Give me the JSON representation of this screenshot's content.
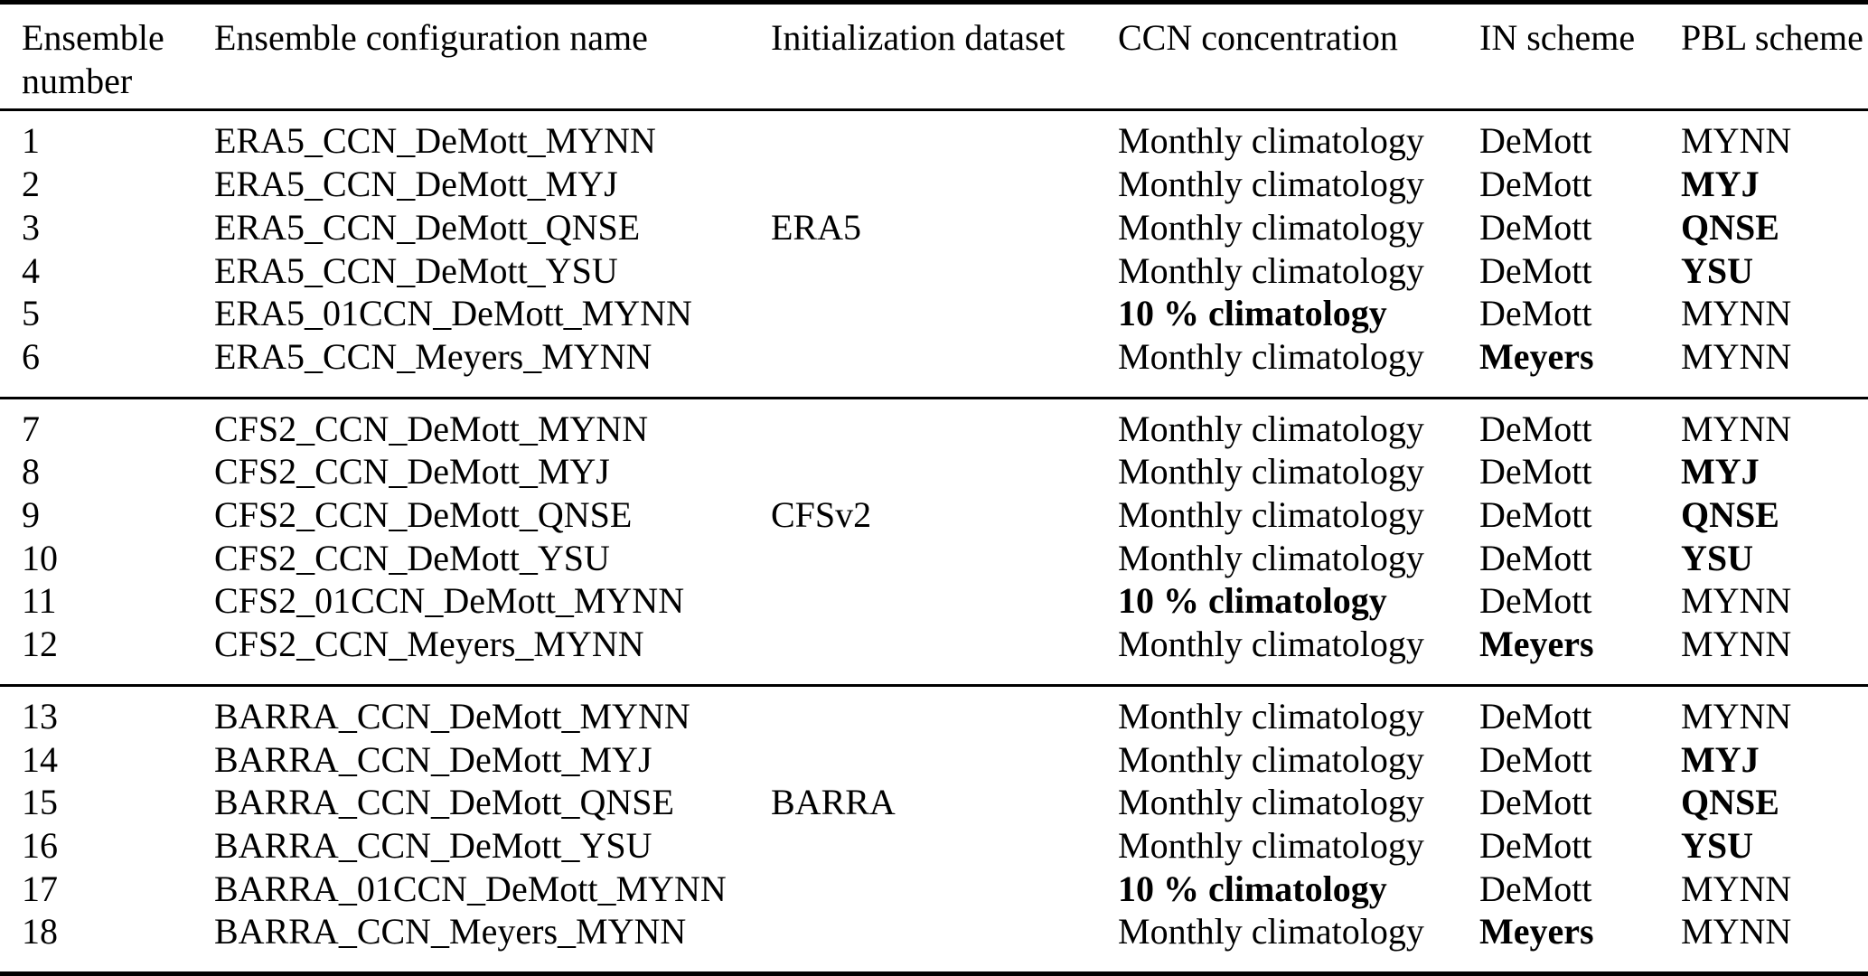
{
  "colors": {
    "text": "#000000",
    "background": "#ffffff",
    "rule": "#000000"
  },
  "table": {
    "headers": [
      "Ensemble number",
      "Ensemble configuration name",
      "Initialization dataset",
      "CCN concentration",
      "IN scheme",
      "PBL scheme"
    ],
    "groups": [
      {
        "dataset": "ERA5",
        "dataset_label_row_index": 2,
        "rows": [
          {
            "num": "1",
            "name": "ERA5_CCN_DeMott_MYNN",
            "ccn": "Monthly climatology",
            "ccn_bold": false,
            "in_scheme": "DeMott",
            "in_bold": false,
            "pbl": "MYNN",
            "pbl_bold": false
          },
          {
            "num": "2",
            "name": "ERA5_CCN_DeMott_MYJ",
            "ccn": "Monthly climatology",
            "ccn_bold": false,
            "in_scheme": "DeMott",
            "in_bold": false,
            "pbl": "MYJ",
            "pbl_bold": true
          },
          {
            "num": "3",
            "name": "ERA5_CCN_DeMott_QNSE",
            "ccn": "Monthly climatology",
            "ccn_bold": false,
            "in_scheme": "DeMott",
            "in_bold": false,
            "pbl": "QNSE",
            "pbl_bold": true
          },
          {
            "num": "4",
            "name": "ERA5_CCN_DeMott_YSU",
            "ccn": "Monthly climatology",
            "ccn_bold": false,
            "in_scheme": "DeMott",
            "in_bold": false,
            "pbl": "YSU",
            "pbl_bold": true
          },
          {
            "num": "5",
            "name": "ERA5_01CCN_DeMott_MYNN",
            "ccn": "10 % climatology",
            "ccn_bold": true,
            "in_scheme": "DeMott",
            "in_bold": false,
            "pbl": "MYNN",
            "pbl_bold": false
          },
          {
            "num": "6",
            "name": "ERA5_CCN_Meyers_MYNN",
            "ccn": "Monthly climatology",
            "ccn_bold": false,
            "in_scheme": "Meyers",
            "in_bold": true,
            "pbl": "MYNN",
            "pbl_bold": false
          }
        ]
      },
      {
        "dataset": "CFSv2",
        "dataset_label_row_index": 2,
        "rows": [
          {
            "num": "7",
            "name": "CFS2_CCN_DeMott_MYNN",
            "ccn": "Monthly climatology",
            "ccn_bold": false,
            "in_scheme": "DeMott",
            "in_bold": false,
            "pbl": "MYNN",
            "pbl_bold": false
          },
          {
            "num": "8",
            "name": "CFS2_CCN_DeMott_MYJ",
            "ccn": "Monthly climatology",
            "ccn_bold": false,
            "in_scheme": "DeMott",
            "in_bold": false,
            "pbl": "MYJ",
            "pbl_bold": true
          },
          {
            "num": "9",
            "name": "CFS2_CCN_DeMott_QNSE",
            "ccn": "Monthly climatology",
            "ccn_bold": false,
            "in_scheme": "DeMott",
            "in_bold": false,
            "pbl": "QNSE",
            "pbl_bold": true
          },
          {
            "num": "10",
            "name": "CFS2_CCN_DeMott_YSU",
            "ccn": "Monthly climatology",
            "ccn_bold": false,
            "in_scheme": "DeMott",
            "in_bold": false,
            "pbl": "YSU",
            "pbl_bold": true
          },
          {
            "num": "11",
            "name": "CFS2_01CCN_DeMott_MYNN",
            "ccn": "10 % climatology",
            "ccn_bold": true,
            "in_scheme": "DeMott",
            "in_bold": false,
            "pbl": "MYNN",
            "pbl_bold": false
          },
          {
            "num": "12",
            "name": "CFS2_CCN_Meyers_MYNN",
            "ccn": "Monthly climatology",
            "ccn_bold": false,
            "in_scheme": "Meyers",
            "in_bold": true,
            "pbl": "MYNN",
            "pbl_bold": false
          }
        ]
      },
      {
        "dataset": "BARRA",
        "dataset_label_row_index": 2,
        "rows": [
          {
            "num": "13",
            "name": "BARRA_CCN_DeMott_MYNN",
            "ccn": "Monthly climatology",
            "ccn_bold": false,
            "in_scheme": "DeMott",
            "in_bold": false,
            "pbl": "MYNN",
            "pbl_bold": false
          },
          {
            "num": "14",
            "name": "BARRA_CCN_DeMott_MYJ",
            "ccn": "Monthly climatology",
            "ccn_bold": false,
            "in_scheme": "DeMott",
            "in_bold": false,
            "pbl": "MYJ",
            "pbl_bold": true
          },
          {
            "num": "15",
            "name": "BARRA_CCN_DeMott_QNSE",
            "ccn": "Monthly climatology",
            "ccn_bold": false,
            "in_scheme": "DeMott",
            "in_bold": false,
            "pbl": "QNSE",
            "pbl_bold": true
          },
          {
            "num": "16",
            "name": "BARRA_CCN_DeMott_YSU",
            "ccn": "Monthly climatology",
            "ccn_bold": false,
            "in_scheme": "DeMott",
            "in_bold": false,
            "pbl": "YSU",
            "pbl_bold": true
          },
          {
            "num": "17",
            "name": "BARRA_01CCN_DeMott_MYNN",
            "ccn": "10 % climatology",
            "ccn_bold": true,
            "in_scheme": "DeMott",
            "in_bold": false,
            "pbl": "MYNN",
            "pbl_bold": false
          },
          {
            "num": "18",
            "name": "BARRA_CCN_Meyers_MYNN",
            "ccn": "Monthly climatology",
            "ccn_bold": false,
            "in_scheme": "Meyers",
            "in_bold": true,
            "pbl": "MYNN",
            "pbl_bold": false
          }
        ]
      }
    ]
  }
}
